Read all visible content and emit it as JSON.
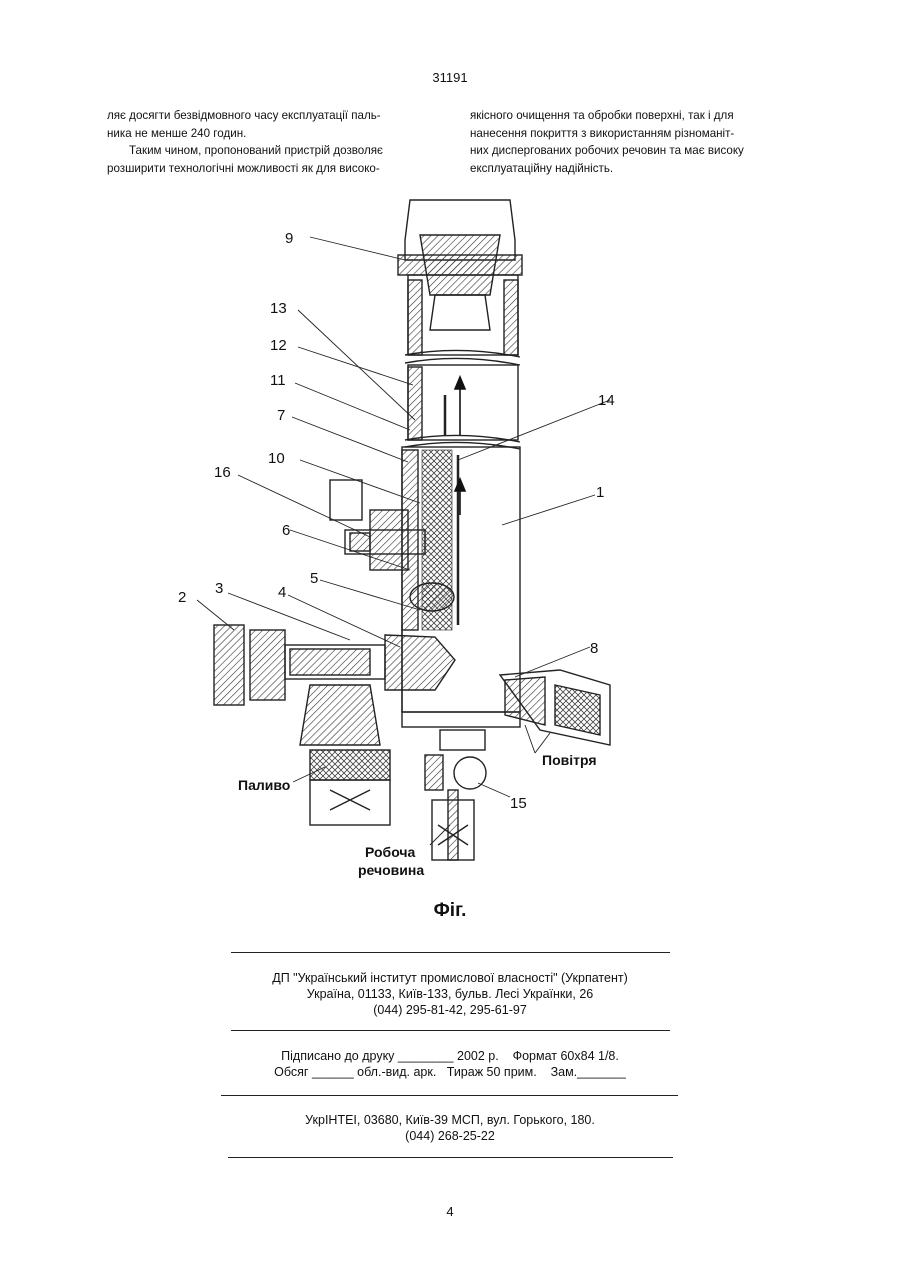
{
  "header": {
    "page_code": "31191"
  },
  "text": {
    "left_col": [
      "ляє досягти безвідмовного часу експлуатації паль-",
      "ника не менше 240 годин.",
      "Таким чином, пропонований пристрій дозволяє",
      "розширити технологічні можливості як для високо-"
    ],
    "right_col": [
      "якісного очищення та обробки поверхні, так і для",
      "нанесення покриття з використанням різноманіт-",
      "них диспергованих робочих речовин та має високу",
      "експлуатаційну надійність."
    ]
  },
  "figure": {
    "numbers": [
      "9",
      "13",
      "12",
      "11",
      "7",
      "10",
      "16",
      "6",
      "5",
      "2",
      "3",
      "4",
      "14",
      "1",
      "8",
      "15"
    ],
    "labels": {
      "fuel": "Паливо",
      "air": "Повітря",
      "working_line1": "Робоча",
      "working_line2": "речовина"
    },
    "caption": "Фіг."
  },
  "publisher": {
    "line1": "ДП \"Український інститут промислової власності\" (Укрпатент)",
    "line2": "Україна, 01133, Київ-133, бульв. Лесі Українки, 26",
    "line3": "(044) 295-81-42, 295-61-97"
  },
  "print_info": {
    "line1": "Підписано до друку ________ 2002 р.    Формат 60х84 1/8.",
    "line2": "Обсяг ______ обл.-вид. арк.   Тираж 50 прим.    Зам._______"
  },
  "printer": {
    "line1": "УкрІНТЕІ, 03680, Київ-39 МСП, вул. Горького, 180.",
    "line2": "(044) 268-25-22"
  },
  "footer": {
    "page_number": "4"
  }
}
